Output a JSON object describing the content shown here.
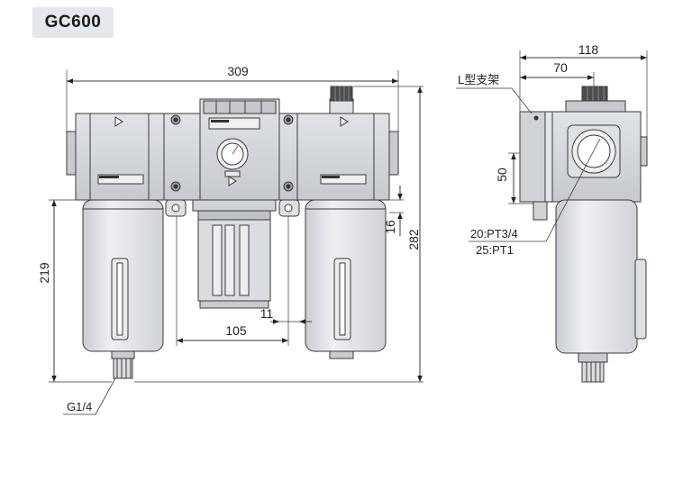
{
  "model_label": "GC600",
  "dimensions": {
    "overall_width": "309",
    "overall_height": "282",
    "bowl_height": "219",
    "unit_pitch": "105",
    "gap": "11",
    "offset": "16",
    "side_width": "118",
    "side_bracket": "70",
    "bracket_height": "50"
  },
  "labels": {
    "bracket": "L型支架",
    "port": "G1/4",
    "port_size_1": "20:PT3/4",
    "port_size_2": "25:PT1"
  },
  "colors": {
    "body_fill": "#d4d7dc",
    "body_stroke": "#3a3a3a",
    "bowl_fill": "#e4e7eb",
    "title_bg": "#e3e7ee"
  }
}
